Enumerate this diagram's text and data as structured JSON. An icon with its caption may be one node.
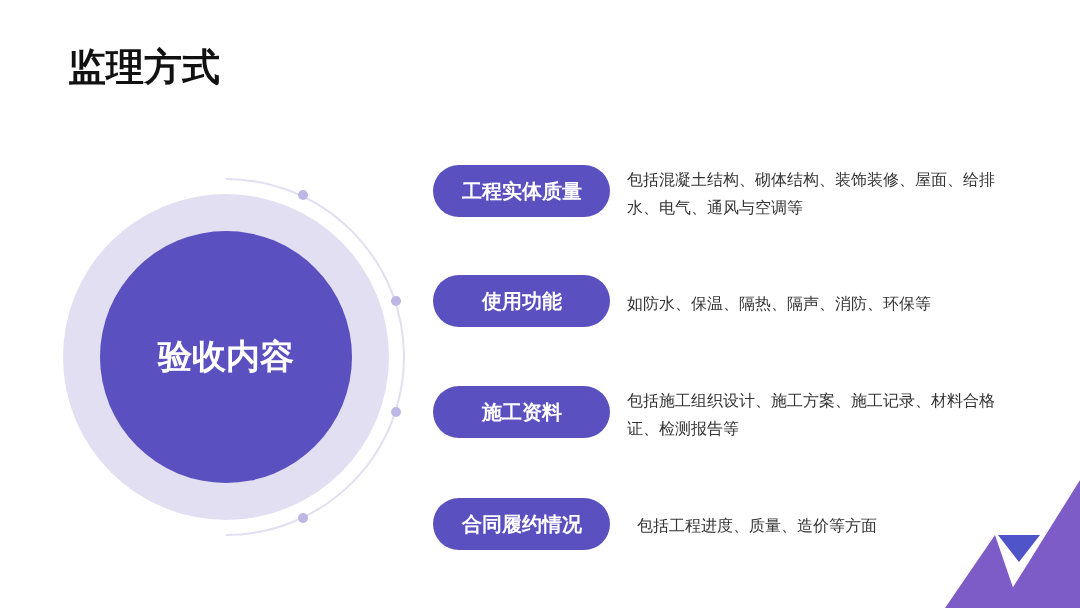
{
  "diagram": {
    "title": "监理方式",
    "nodes": [
      {
        "text": [
          "验收内容"
        ]
      },
      {
        "text": [
          "工程实体质量"
        ],
        "beside": [
          "包括混凝土结构、砌体结构、装饰装修、屋面、给排水、电气、通风与空调等"
        ]
      },
      {
        "text": [
          "使用功能"
        ],
        "beside": [
          "如防水、保温、隔热、隔声、消防、环保等"
        ]
      },
      {
        "text": [
          "施工资料"
        ],
        "beside": [
          "包括施工组织设计、施工方案、施工记录、材料合格证、检测报告等"
        ]
      },
      {
        "text": [
          "合同履约情况"
        ],
        "beside": [
          "包括工程进度、质量、造价等方面"
        ]
      }
    ]
  }
}
